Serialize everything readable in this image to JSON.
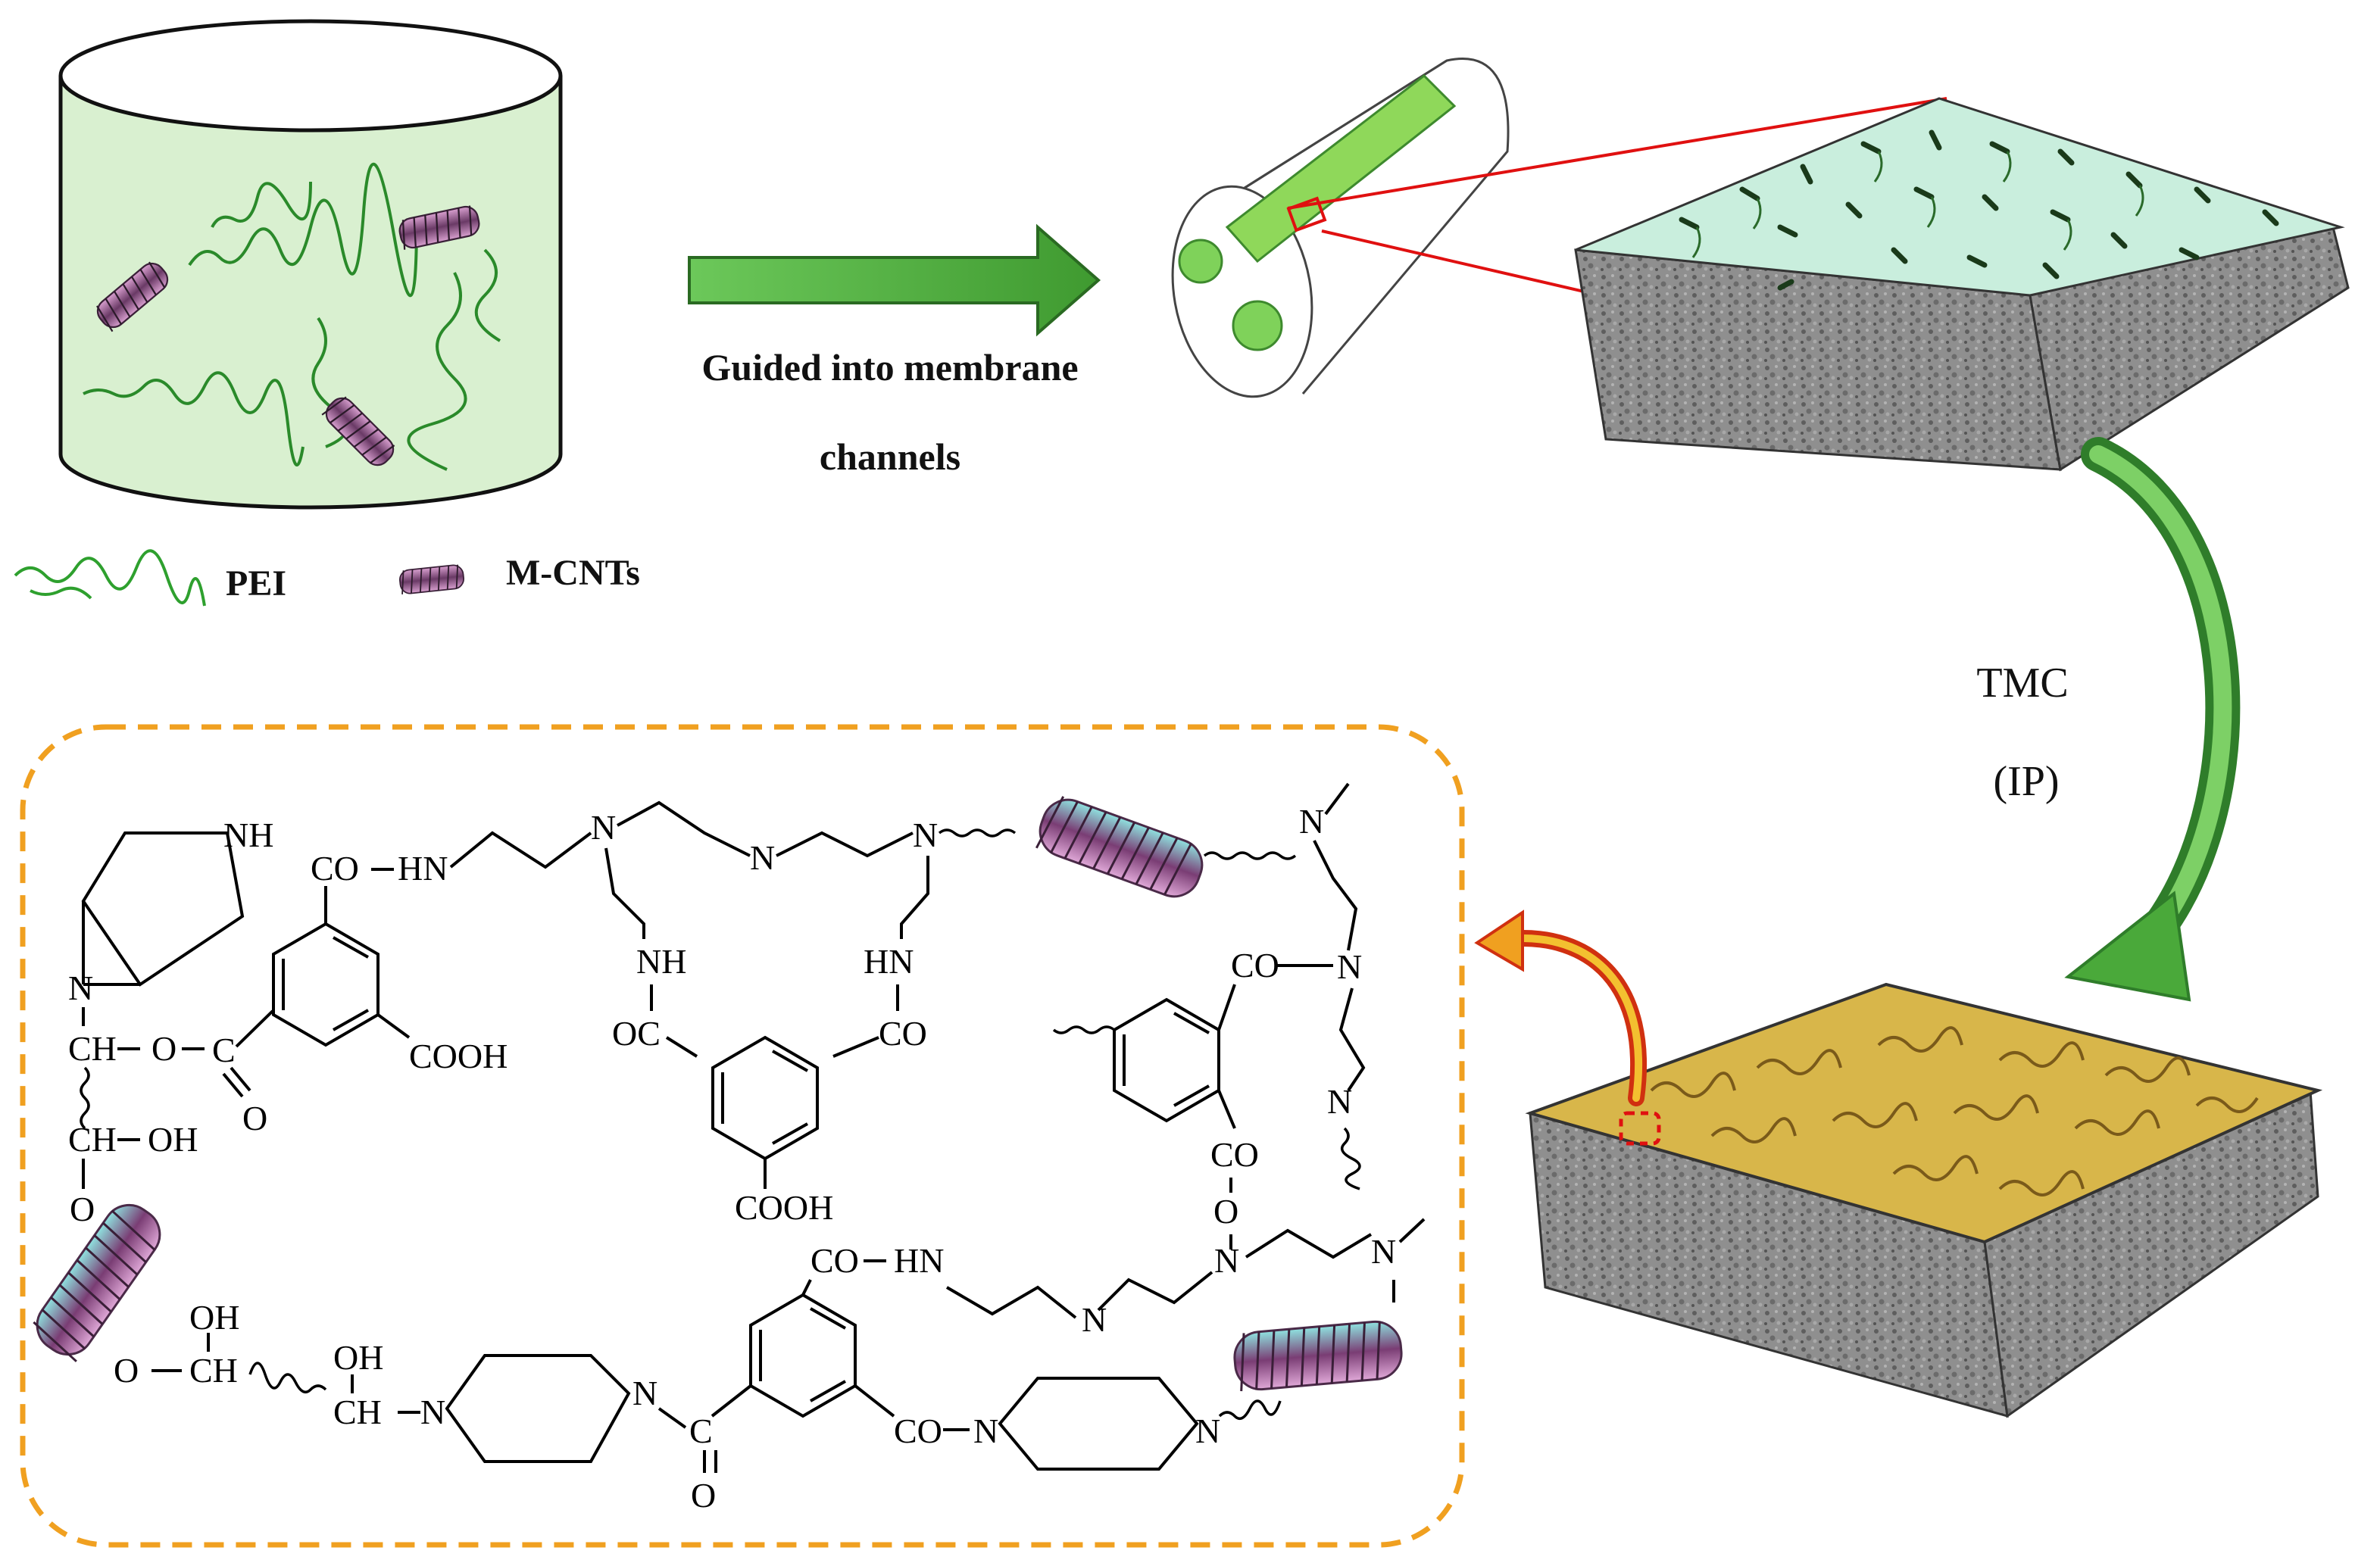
{
  "labels": {
    "guided_line1": "Guided into membrane",
    "guided_line2": "channels",
    "legend_pei": "PEI",
    "legend_mcnts": "M-CNTs",
    "tmc": "TMC",
    "ip": "(IP)"
  },
  "chemistry": {
    "nh_top": "NH",
    "n_pip1": "N",
    "ch_o1": "CH",
    "o_a": "O",
    "ch_oh": "CH",
    "oh_a": "OH",
    "o_b": "O",
    "co_hn_top": "CO",
    "hn_top": "HN",
    "cooh_left": "COOH",
    "c_carbonyl1": "C",
    "o_carbonyl1": "O",
    "n_pei1": "N",
    "n_pei2": "N",
    "n_pei3": "N",
    "nh_mid1": "NH",
    "oc_mid": "OC",
    "hn_mid2": "HN",
    "co_mid": "CO",
    "cooh_mid": "COOH",
    "n_right_top": "N",
    "co_right": "CO",
    "n_right_mid": "N",
    "n_right_low": "N",
    "co_right2": "CO",
    "n_right3": "N",
    "n_right4": "N",
    "co_hn_bottom": "CO",
    "hn_bottom": "HN",
    "n_bottom_chain": "N",
    "oh_b": "OH",
    "o_c": "O",
    "ch_b": "CH",
    "oh_c": "OH",
    "ch_c": "CH",
    "n_pip2a": "N",
    "n_pip2b": "N",
    "c_carbonyl2": "C",
    "o_carbonyl2": "O",
    "co_pip3": "CO",
    "n_pip3a": "N",
    "n_pip3b": "N"
  },
  "colors": {
    "arrow_green": "#4aa93a",
    "arrow_dark_green": "#2f7d2a",
    "cylinder_fill": "#d9f0d0",
    "membrane_top_green": "#c9eedd",
    "membrane_top_yellow": "#d8b64a",
    "porous_gray": "#8a8a8a",
    "box_border": "#f0a020",
    "zoom_lines": "#e01010",
    "pei_green": "#2ea02e",
    "cnt_purple": "#7a4a78"
  }
}
